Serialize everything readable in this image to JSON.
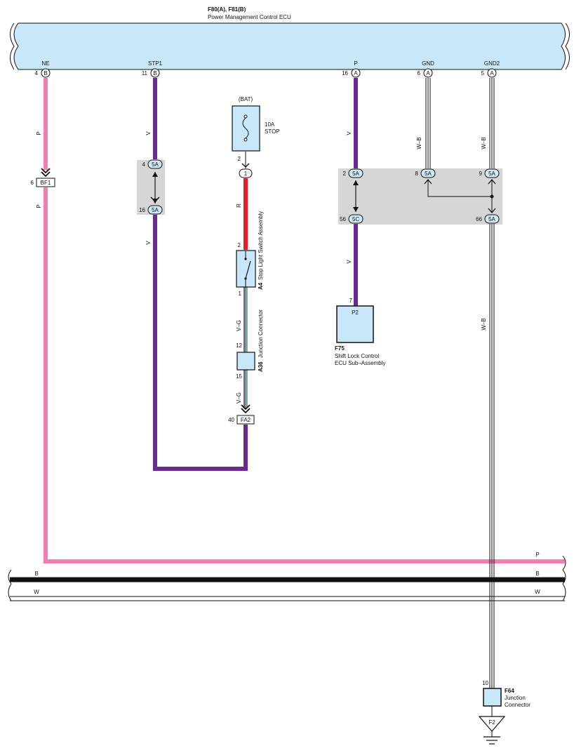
{
  "ecu": {
    "title": "F80(A), F81(B)",
    "name": "Power Management Control ECU",
    "pins": [
      {
        "term": "NE",
        "num": "4",
        "conn": "B"
      },
      {
        "term": "STP1",
        "num": "11",
        "conn": "B"
      },
      {
        "term": "P",
        "num": "16",
        "conn": "A"
      },
      {
        "term": "GND",
        "num": "6",
        "conn": "A"
      },
      {
        "term": "GND2",
        "num": "5",
        "conn": "A"
      }
    ]
  },
  "wires": {
    "ne_top": "P",
    "ne_bottom": "P",
    "stp1_top": "V",
    "stp1_bottom": "V",
    "bat_red": "R",
    "switch_out": "V–G",
    "junction_out": "V–G",
    "p_top": "V",
    "gnd_top": "W–B",
    "gnd2_top": "W–B",
    "p_bottom": "V",
    "gnd2_bottom": "W–B"
  },
  "bf1": {
    "num": "6",
    "label": "BF1"
  },
  "splice_5a_left": {
    "top_num": "4",
    "top_label": "5A",
    "bottom_num": "16",
    "bottom_label": "5A"
  },
  "fuse": {
    "source": "(BAT)",
    "rating": "10A",
    "name": "STOP",
    "pin": "2",
    "conn_label": "1"
  },
  "switch": {
    "pin_top": "2",
    "pin_bottom": "1",
    "id": "A4",
    "name": "Stop Light Switch Assembly"
  },
  "junction_a36": {
    "pin_top": "12",
    "pin_bottom": "15",
    "id": "A36",
    "name": "Junction Connector"
  },
  "fa2": {
    "num": "40",
    "label": "FA2"
  },
  "splice_right": {
    "c1": {
      "num": "2",
      "label": "5A"
    },
    "c2": {
      "num": "8",
      "label": "5A"
    },
    "c3": {
      "num": "9",
      "label": "5A"
    },
    "c4": {
      "num": "56",
      "label": "5C"
    },
    "c5": {
      "num": "66",
      "label": "5A"
    }
  },
  "shift_lock": {
    "pin": "7",
    "label": "P2",
    "id": "F75",
    "name_line1": "Shift Lock Control",
    "name_line2": "ECU Sub–Assembly"
  },
  "bus": {
    "p": "P",
    "b": "B",
    "w": "W"
  },
  "f64": {
    "pin": "10",
    "id": "F64",
    "name_line1": "Junction",
    "name_line2": "Connector"
  },
  "ground": {
    "label": "F2"
  },
  "colors": {
    "pink": "#f27fb3",
    "violet": "#6a2a91",
    "red": "#ec1c24",
    "ecu_fill": "#c8e8fa",
    "splice_gray": "#d6d6d6",
    "black": "#111111"
  }
}
